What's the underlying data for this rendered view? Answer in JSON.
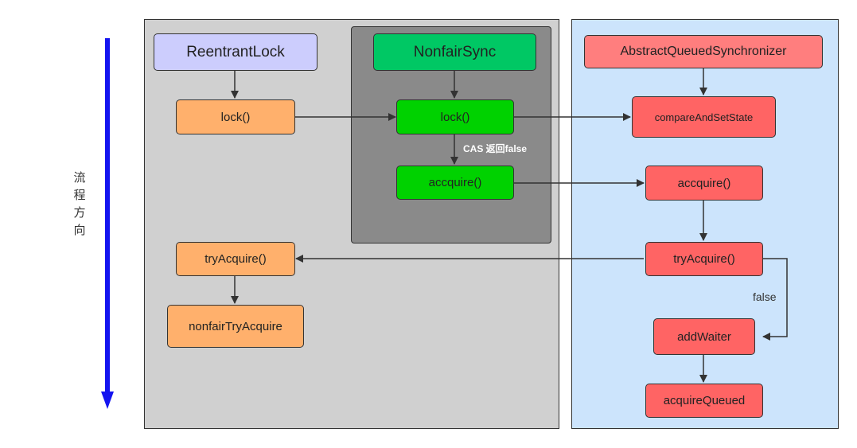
{
  "side_label": "流程方向",
  "colors": {
    "gray_panel": "#d0d0d0",
    "dark_panel": "#8a8a8a",
    "blue_panel": "#cce4fc",
    "purple": "#cccdfd",
    "green": "#00c864",
    "bright_green": "#00d200",
    "orange": "#ffb06c",
    "red": "#ff6464",
    "pink": "#ff7e7e",
    "flow_arrow": "#1414f0"
  },
  "nodes": {
    "reentrant_lock": "ReentrantLock",
    "rl_lock": "lock()",
    "rl_try_acquire": "tryAcquire()",
    "nonfair_try_acquire": "nonfairTryAcquire",
    "nonfair_sync": "NonfairSync",
    "ns_lock": "lock()",
    "ns_accquire": "accquire()",
    "aqs": "AbstractQueuedSynchronizer",
    "compare_and_set_state": "compareAndSetState",
    "aqs_accquire": "accquire()",
    "aqs_try_acquire": "tryAcquire()",
    "add_waiter": "addWaiter",
    "acquire_queued": "acquireQueued"
  },
  "edge_labels": {
    "cas_false": "CAS 返回false",
    "false": "false"
  }
}
